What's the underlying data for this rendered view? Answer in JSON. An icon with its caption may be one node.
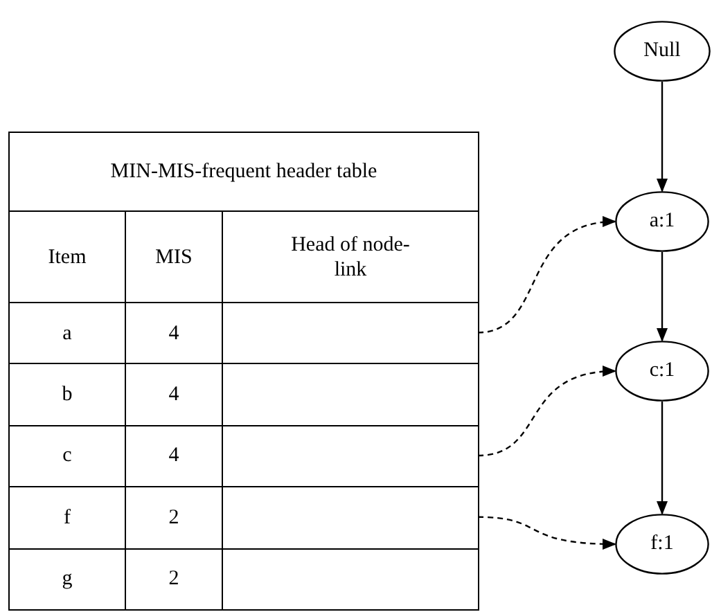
{
  "diagram": {
    "nodes": [
      {
        "text": [
          "MIN-MIS-frequent header table"
        ]
      },
      {
        "text": [
          "Null"
        ]
      },
      {
        "text": [
          "a:1"
        ]
      },
      {
        "text": [
          "c:1"
        ]
      },
      {
        "text": [
          "f:1"
        ]
      },
      {
        "text": [],
        "shape": "box",
        "in": 0
      },
      {
        "text": [],
        "shape": "box",
        "in": 0
      },
      {
        "text": [],
        "shape": "box",
        "in": 0
      }
    ],
    "edges": [
      {
        "from": 1,
        "to": 2,
        "arrow": "to"
      },
      {
        "from": 2,
        "to": 3,
        "arrow": "to"
      },
      {
        "from": 3,
        "to": 4,
        "arrow": "to"
      },
      {
        "from": 5,
        "to": 2,
        "arrow": "to",
        "style": "dashed"
      },
      {
        "from": 6,
        "to": 3,
        "arrow": "to",
        "style": "dashed"
      },
      {
        "from": 7,
        "to": 4,
        "arrow": "to",
        "style": "dashed"
      }
    ],
    "labels": [
      "Item",
      "MIS",
      "Head of node-link",
      "a",
      "4",
      "b",
      "4",
      "c",
      "4",
      "f",
      "2",
      "g",
      "2"
    ]
  }
}
